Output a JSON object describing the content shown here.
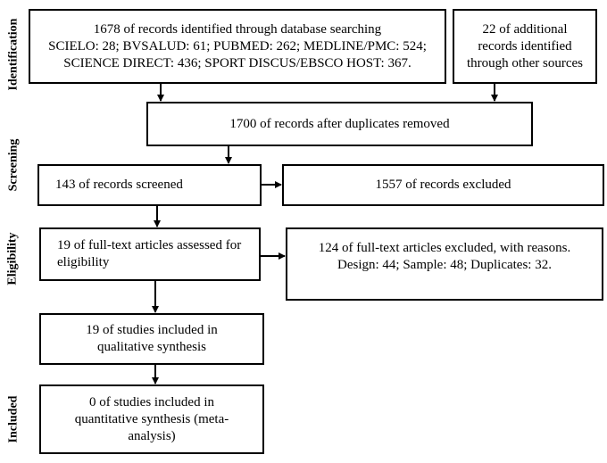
{
  "stages": {
    "identification": "Identification",
    "screening": "Screening",
    "eligibility": "Eligibility",
    "included": "Included"
  },
  "boxes": {
    "database": {
      "line1": "1678 of records identified through database searching",
      "line2": "SCIELO: 28; BVSALUD: 61; PUBMED: 262; MEDLINE/PMC: 524;",
      "line3": "SCIENCE DIRECT: 436; SPORT DISCUS/EBSCO HOST: 367."
    },
    "other_sources": {
      "line1": "22 of additional",
      "line2": "records identified",
      "line3": "through other sources"
    },
    "after_duplicates": {
      "line1": "1700 of records after duplicates removed"
    },
    "screened": {
      "line1": "143 of records screened"
    },
    "excluded": {
      "line1": "1557 of records excluded"
    },
    "fulltext_assessed": {
      "line1": "19 of full-text articles assessed for",
      "line2": "eligibility"
    },
    "fulltext_excluded": {
      "line1": "124 of full-text articles excluded, with reasons.",
      "line2": "Design: 44; Sample: 48; Duplicates: 32."
    },
    "qualitative": {
      "line1": "19 of studies included in",
      "line2": "qualitative synthesis"
    },
    "quantitative": {
      "line1": "0 of studies included in",
      "line2": "quantitative synthesis (meta-",
      "line3": "analysis)"
    }
  }
}
